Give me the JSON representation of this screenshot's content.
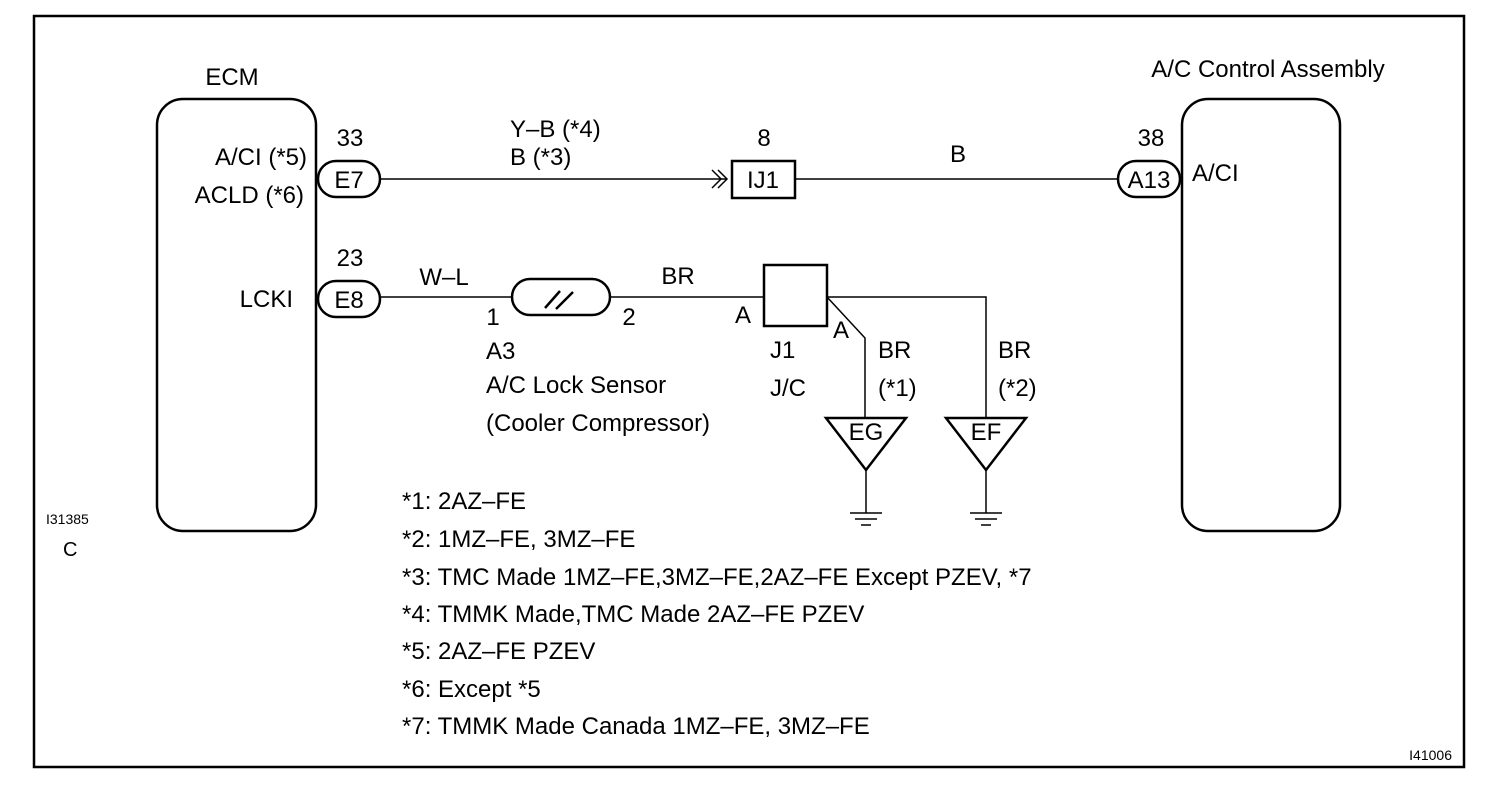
{
  "ecm": {
    "title": "ECM",
    "pins": {
      "aci_label": "A/CI (*5)",
      "acld_label": "ACLD (*6)",
      "lcki_label": "LCKI",
      "pin_33": "33",
      "pin_23": "23",
      "conn_e7": "E7",
      "conn_e8": "E8"
    }
  },
  "wires": {
    "yb_label": "Y–B (*4)",
    "b3_label": "B (*3)",
    "b_label": "B",
    "wl_label": "W–L",
    "br_label": "BR",
    "br1_label": "BR",
    "br1_note": "(*1)",
    "br2_label": "BR",
    "br2_note": "(*2)"
  },
  "ij1": {
    "pin": "8",
    "label": "IJ1"
  },
  "sensor": {
    "pin1": "1",
    "pin2": "2",
    "code": "A3",
    "name": "A/C Lock Sensor",
    "subname": "(Cooler Compressor)"
  },
  "junction": {
    "pin_a_left": "A",
    "pin_a_right": "A",
    "code": "J1",
    "name": "J/C"
  },
  "grounds": {
    "eg": "EG",
    "ef": "EF"
  },
  "ac_control": {
    "title": "A/C Control Assembly",
    "pin": "38",
    "conn": "A13",
    "terminal": "A/CI"
  },
  "notes": [
    "*1: 2AZ–FE",
    "*2: 1MZ–FE, 3MZ–FE",
    "*3: TMC Made 1MZ–FE,3MZ–FE,2AZ–FE Except PZEV, *7",
    "*4: TMMK Made,TMC Made 2AZ–FE PZEV",
    "*5: 2AZ–FE PZEV",
    "*6: Except *5",
    "*7: TMMK Made Canada 1MZ–FE, 3MZ–FE"
  ],
  "codes": {
    "left_code": "I31385",
    "left_sub": "C",
    "right_code": "I41006"
  }
}
